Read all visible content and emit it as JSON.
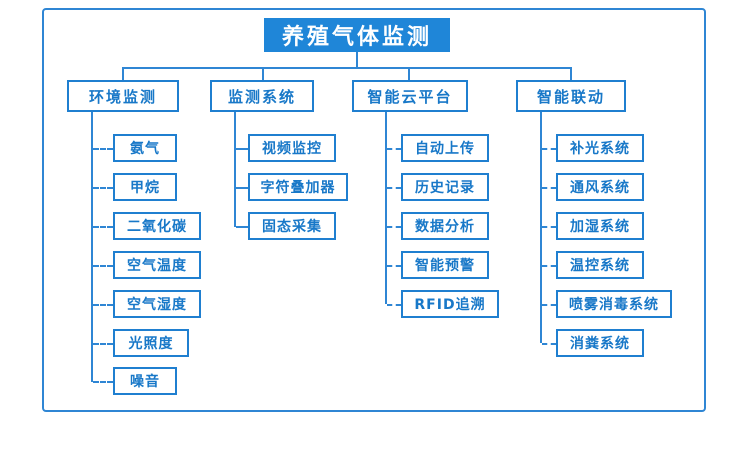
{
  "diagram": {
    "title": "养殖气体监测",
    "branches": [
      {
        "label": "环境监测",
        "children": [
          "氨气",
          "甲烷",
          "二氧化碳",
          "空气温度",
          "空气湿度",
          "光照度",
          "噪音"
        ]
      },
      {
        "label": "监测系统",
        "children": [
          "视频监控",
          "字符叠加器",
          "固态采集"
        ]
      },
      {
        "label": "智能云平台",
        "children": [
          "自动上传",
          "历史记录",
          "数据分析",
          "智能预警",
          "RFID追溯"
        ]
      },
      {
        "label": "智能联动",
        "children": [
          "补光系统",
          "通风系统",
          "加湿系统",
          "温控系统",
          "喷雾消毒系统",
          "消粪系统"
        ]
      }
    ],
    "colors": {
      "accent": "#1f86d8",
      "border": "#2f86d4",
      "text": "#1878c8",
      "title_text": "#ffffff"
    }
  }
}
